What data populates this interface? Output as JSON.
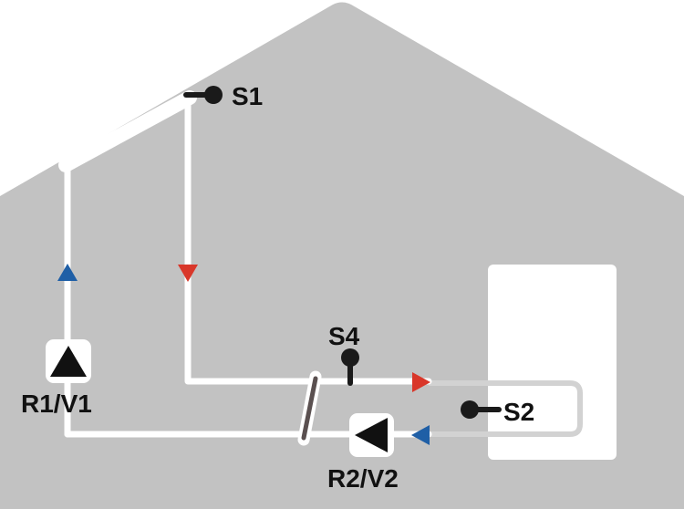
{
  "labels": {
    "s1": "S1",
    "s2": "S2",
    "s4": "S4",
    "pump1": "R1/V1",
    "pump2": "R2/V2"
  },
  "colors": {
    "house": "#c2c2c2",
    "pipe": "#ffffff",
    "hot_arrow": "#d9372a",
    "cold_arrow": "#1f5fa6",
    "sensor": "#1a1a1a",
    "heat_exchanger": "#5a5050",
    "pump_symbol": "#111111"
  },
  "icons": {
    "house": "house-outline",
    "collector": "solar-collector",
    "tank": "storage-tank",
    "pump1": "pump-icon",
    "pump2": "pump-icon",
    "heat_exchanger": "heat-exchanger-icon"
  }
}
